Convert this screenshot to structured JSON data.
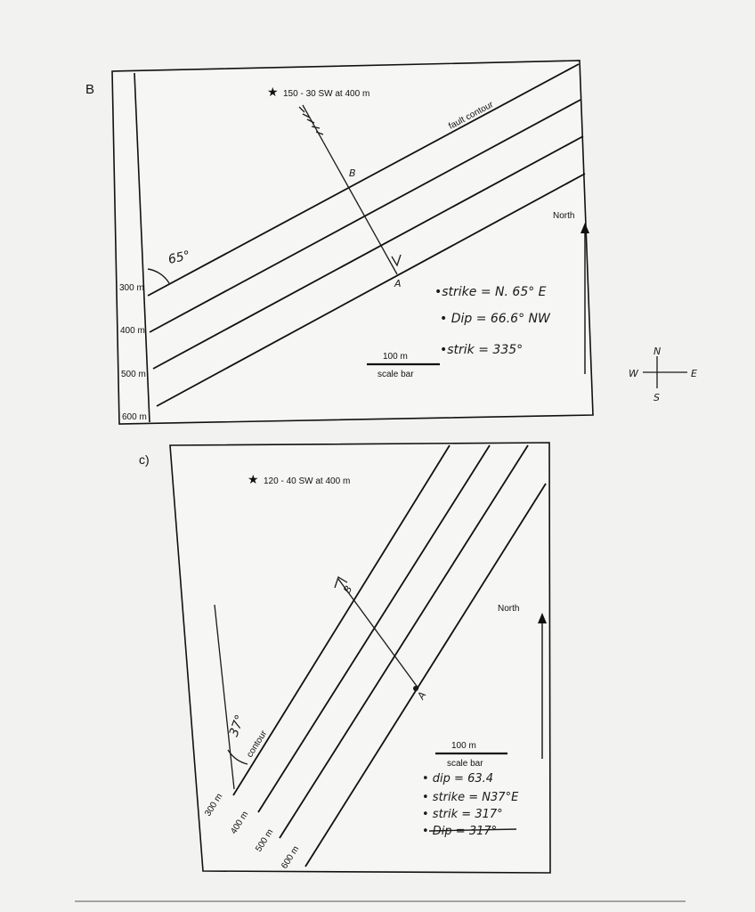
{
  "upper_map": {
    "panel_label": "B",
    "star_caption": "150 - 30 SW at 400 m",
    "fault_contour_label": "fault contour",
    "angle_label": "65°",
    "contour_labels": [
      "300 m",
      "400 m",
      "500 m",
      "600 m"
    ],
    "north_label": "North",
    "point_b": "B",
    "point_a": "A",
    "scale_bar_value": "100 m",
    "scale_bar_caption": "scale bar",
    "notes": [
      "•strike = N. 65° E",
      "• Dip = 66.6° NW",
      "•strik = 335°"
    ],
    "compass": {
      "n": "N",
      "s": "S",
      "e": "E",
      "w": "W"
    }
  },
  "lower_map": {
    "panel_label": "c)",
    "star_caption": "120 - 40 SW at 400 m",
    "contour_label": "contour",
    "angle_label": "37°",
    "contour_labels": [
      "300 m",
      "400 m",
      "500 m",
      "600 m"
    ],
    "north_label": "North",
    "point_b": "B",
    "point_a": "A",
    "scale_bar_value": "100 m",
    "scale_bar_caption": "scale bar",
    "notes": [
      "• dip = 63.4",
      "• strike = N37°E",
      "• strik = 317°",
      "• Dip = 317°"
    ]
  },
  "colors": {
    "paper": "#f2f2f0",
    "ink": "#111111",
    "pencil": "#1a1a1a"
  }
}
